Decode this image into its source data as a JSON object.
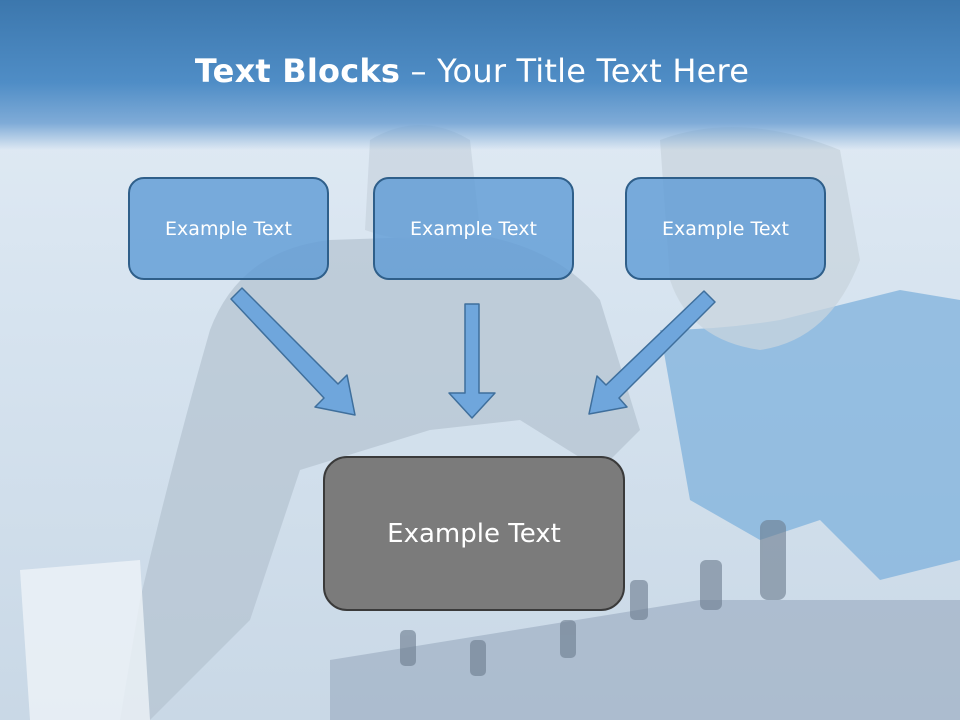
{
  "title": {
    "bold": "Text Blocks",
    "separator": " – ",
    "normal": "Your Title Text Here"
  },
  "boxes": [
    {
      "label": "Example Text"
    },
    {
      "label": "Example Text"
    },
    {
      "label": "Example Text"
    }
  ],
  "main_box": {
    "label": "Example Text"
  },
  "colors": {
    "header": "#4f8dc6",
    "box_fill": "#609cd6",
    "box_border": "#2f5f8a",
    "main_fill": "#7b7b7b",
    "arrow_fill": "#6fa6dc"
  }
}
